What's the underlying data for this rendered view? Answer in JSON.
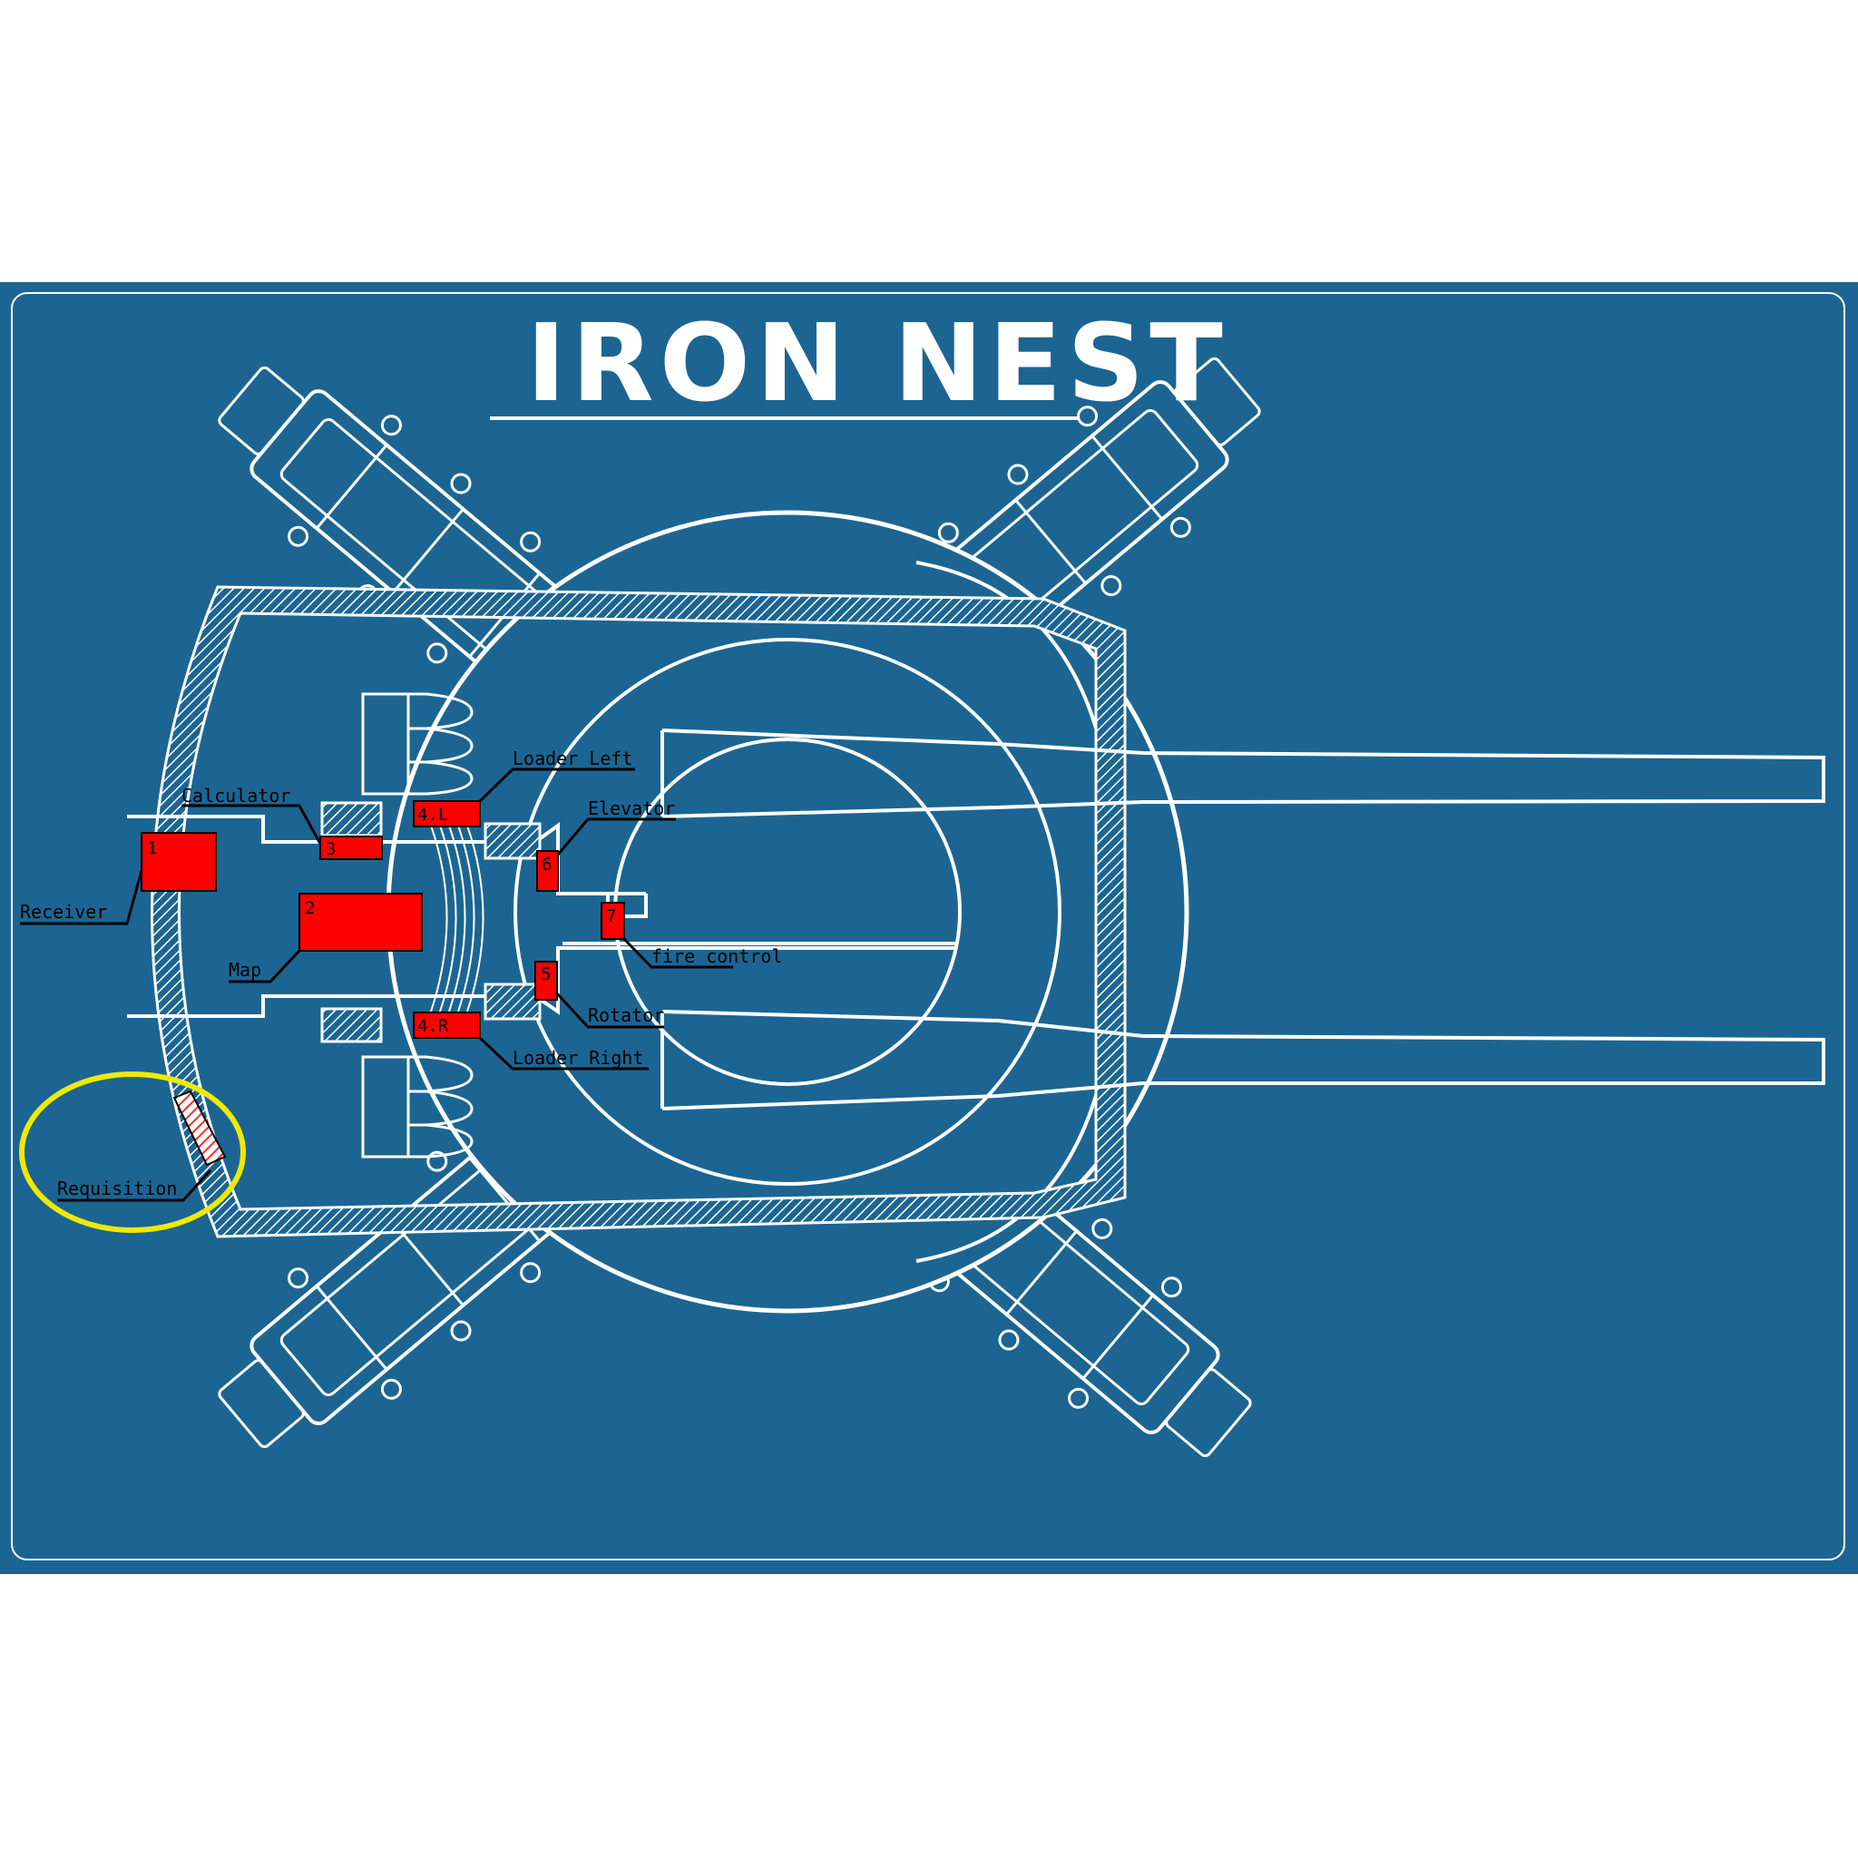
{
  "title": "IRON NEST",
  "colors": {
    "background": "#1c6592",
    "lines": "#ffffff",
    "station": "#ff0000",
    "highlight_circle": "#eeea00"
  },
  "stations": {
    "receiver": {
      "number": "1",
      "label": "Receiver"
    },
    "map": {
      "number": "2",
      "label": "Map"
    },
    "calculator": {
      "number": "3",
      "label": "Calculator"
    },
    "loader_left": {
      "number": "4.L",
      "label": "Loader Left"
    },
    "loader_right": {
      "number": "4.R",
      "label": "Loader Right"
    },
    "rotator": {
      "number": "5",
      "label": "Rotator"
    },
    "elevator": {
      "number": "6",
      "label": "Elevator"
    },
    "fire_control": {
      "number": "7",
      "label": "fire control"
    },
    "requisition": {
      "label": "Requisition"
    }
  }
}
